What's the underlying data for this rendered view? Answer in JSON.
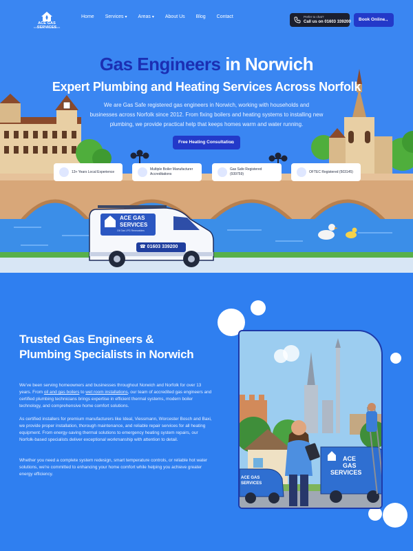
{
  "nav": {
    "logo_text": "ACE GAS SERVICES",
    "logo_sub": "GAS · LPG · RENEWABLES",
    "links": [
      {
        "label": "Home",
        "dropdown": false
      },
      {
        "label": "Services",
        "dropdown": true
      },
      {
        "label": "Areas",
        "dropdown": true
      },
      {
        "label": "About Us",
        "dropdown": false
      },
      {
        "label": "Blog",
        "dropdown": false
      },
      {
        "label": "Contact",
        "dropdown": false
      }
    ],
    "caret": "▾",
    "chat_line1": "Prefer to chat?",
    "chat_line2": "Call us on 01603 339200",
    "book_label": "Book Online",
    "arrow": "→"
  },
  "hero": {
    "title_highlight": "Gas Engineers",
    "title_rest": " in Norwich",
    "subtitle": "Expert Plumbing and Heating Services Across Norfolk",
    "paragraph": "We are Gas Safe registered gas engineers in Norwich, working with households and businesses across Norfolk since 2012. From fixing boilers and heating systems to installing new plumbing, we provide practical help that keeps homes warm and water running.",
    "cta_label": "Free Heating Consultation",
    "badges": [
      {
        "text": "13+ Years Local  Experience",
        "icon": "star-icon"
      },
      {
        "text": "Multiple Boiler Manufacturer Accreditations",
        "icon": "tools-icon"
      },
      {
        "text": "Gas Safe Registered (939759)",
        "icon": "flame-icon"
      },
      {
        "text": "OFTEC Registered (503145)",
        "icon": "badge-icon"
      }
    ],
    "van_name_1": "ACE GAS",
    "van_name_2": "SERVICES",
    "van_tagline": "Oil Gas LPG Renewables",
    "van_phone": "01603 339200"
  },
  "section2": {
    "title": "Trusted Gas Engineers & Plumbing Specialists in Norwich",
    "p1_a": "We've been serving homeowners and businesses throughout Norwich and Norfolk for over 13 years. From ",
    "p1_link1": "oil and gas boilers",
    "p1_b": " to ",
    "p1_link2": "wet room installations",
    "p1_c": ", our team of accredited gas engineers and certified plumbing technicians brings expertise in efficient thermal systems, modern boiler technology, and comprehensive home comfort solutions.",
    "p2": "As certified installers for premium manufacturers like Ideal, Viessmann, Worcester Bosch and Baxi, we provide proper installation, thorough maintenance, and reliable repair services for all heating equipment. From energy-saving thermal solutions to emergency heating system repairs, our Norfolk-based specialists deliver exceptional workmanship with attention to detail.",
    "p3": "Whether you need a complete system redesign, smart temperature controls, or reliable hot water solutions, we're committed to enhancing your home comfort while helping you achieve greater energy efficiency.",
    "img_van_text_1": "ACE",
    "img_van_text_2": "GAS",
    "img_van_text_3": "SERVICES",
    "img_van2_text_1": "ACE GAS",
    "img_van2_text_2": "SERVICES"
  },
  "colors": {
    "primary_blue": "#3a86f2",
    "dark_blue": "#2339c9",
    "title_blue": "#1b2fb3",
    "dark_button": "#1b1f2e"
  }
}
